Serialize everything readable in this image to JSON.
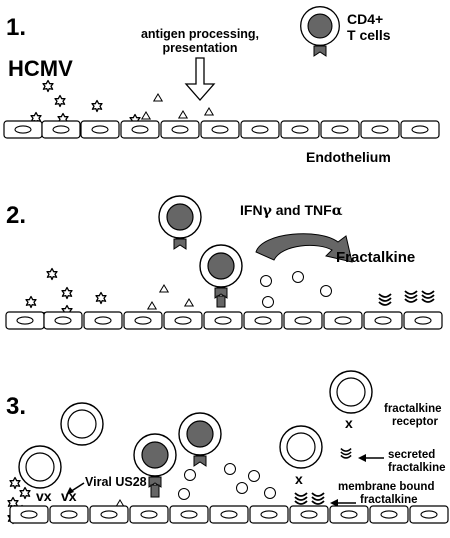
{
  "panels": [
    {
      "number": "1.",
      "virus_label": "HCMV",
      "process_label_line1": "antigen processing,",
      "process_label_line2": "presentation",
      "cell_label_line1": "CD4+",
      "cell_label_line2": "T cells",
      "tissue_label": "Endothelium"
    },
    {
      "number": "2.",
      "cytokines_label_prefix": "IFN",
      "cytokines_label_gamma": "γ",
      "cytokines_label_mid": " and TNF",
      "cytokines_label_alpha": "α",
      "chemokine_label": "Fractalkine"
    },
    {
      "number": "3.",
      "receptor_label": "Viral US28",
      "legend": {
        "receptor_line1": "fractalkine",
        "receptor_line2": "receptor",
        "secreted_line1": "secreted",
        "secreted_line2": "fractalkine",
        "membrane_line1": "membrane bound",
        "membrane_line2": "fractalkine"
      }
    }
  ],
  "colors": {
    "nucleus": "#666666",
    "arrow_fill": "#666666",
    "line": "#000000",
    "background": "#ffffff"
  },
  "icons": [
    "virus-star-icon",
    "antigen-triangle-icon",
    "t-cell-icon",
    "tcr-receptor-icon",
    "fractalkine-circle-icon",
    "membrane-fractalkine-icon",
    "us28-receptor-icon"
  ]
}
